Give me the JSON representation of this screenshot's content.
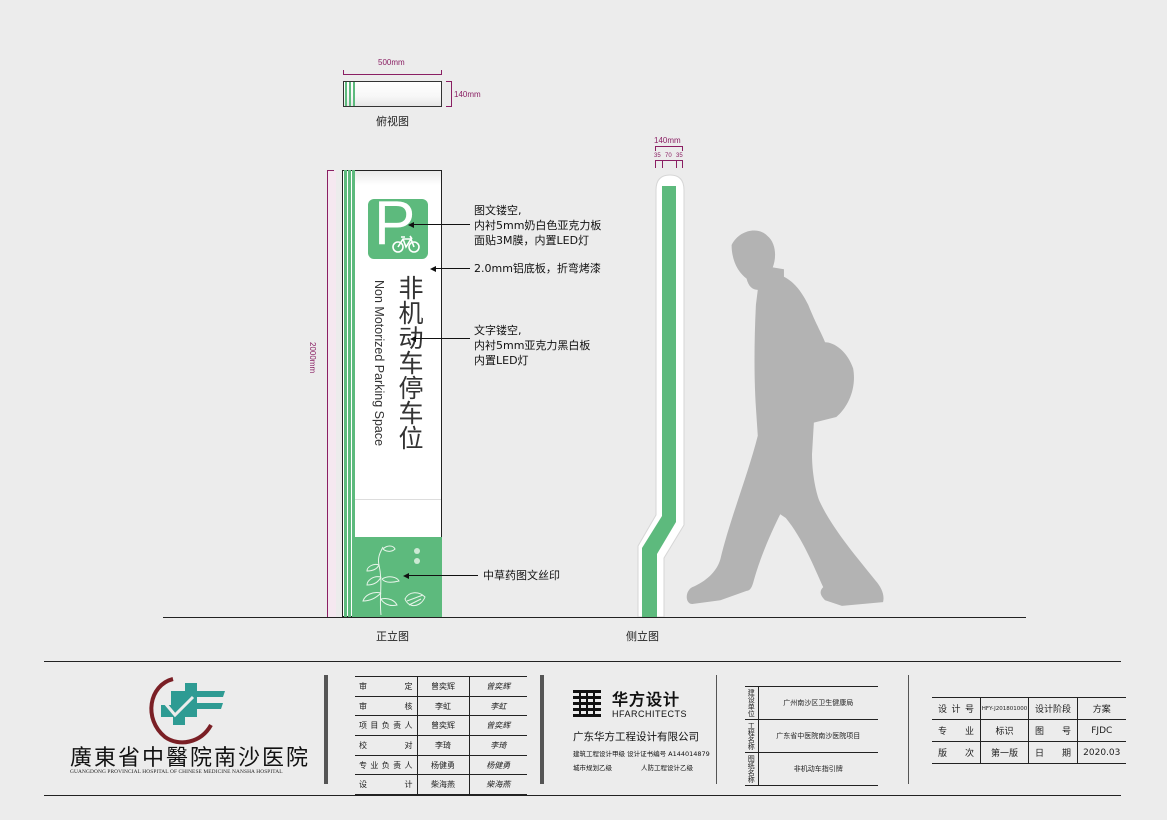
{
  "top_view": {
    "label": "俯视图",
    "width_dim": "500mm",
    "depth_dim": "140mm"
  },
  "front_view": {
    "label": "正立图",
    "height_dim": "2000mm",
    "sign_icon": {
      "letter": "P",
      "icon": "bicycle-icon"
    },
    "title_cn": "非机动车停车位",
    "title_en": "Non Motorized Parking Space"
  },
  "side_view": {
    "label": "侧立图",
    "depth_dim": "140mm",
    "segments": [
      "35",
      "70",
      "35"
    ]
  },
  "callouts": [
    {
      "lines": [
        "图文镂空,",
        "内衬5mm奶白色亚克力板",
        "面贴3M膜，内置LED灯"
      ]
    },
    {
      "lines": [
        "2.0mm铝底板，折弯烤漆"
      ]
    },
    {
      "lines": [
        "文字镂空,",
        "内衬5mm亚克力黑白板",
        "内置LED灯"
      ]
    },
    {
      "lines": [
        "中草药图文丝印"
      ]
    }
  ],
  "title_block": {
    "client_logo": {
      "name_cn": "廣東省中醫院南沙医院",
      "name_en": "GUANGDONG PROVINCIAL HOSPITAL OF CHINESE MEDICINE NANSHA HOSPITAL"
    },
    "signatures": [
      {
        "role": "审　定",
        "name": "曾奕辉",
        "signature": "曾奕辉"
      },
      {
        "role": "审　核",
        "name": "李虹",
        "signature": "李虹"
      },
      {
        "role": "项目负责人",
        "name": "曾奕辉",
        "signature": "曾奕辉"
      },
      {
        "role": "校　对",
        "name": "李琦",
        "signature": "李琦"
      },
      {
        "role": "专业负责人",
        "name": "杨健勇",
        "signature": "杨健勇"
      },
      {
        "role": "设　计",
        "name": "柴海燕",
        "signature": "柴海燕"
      }
    ],
    "designer": {
      "brand_cn": "华方设计",
      "brand_en": "HFARCHITECTS",
      "company": "广东华方工程设计有限公司",
      "cert_line1": "建筑工程设计甲级 设计证书编号 A144014879",
      "cert_line2_left": "城市规划乙级",
      "cert_line2_right": "人防工程设计乙级"
    },
    "project": [
      {
        "label": "建设单位",
        "value": "广州南沙区卫生健康局"
      },
      {
        "label": "工程名称",
        "value": "广东省中医院南沙医院项目"
      },
      {
        "label": "图纸名称",
        "value": "非机动车指引牌"
      }
    ],
    "meta": [
      {
        "label1": "设 计 号",
        "value1": "HFY-J201801000",
        "label2": "设计阶段",
        "value2": "方案"
      },
      {
        "label1": "专　　业",
        "value1": "标识",
        "label2": "图　　号",
        "value2": "FJDC"
      },
      {
        "label1": "版　　次",
        "value1": "第一版",
        "label2": "日　　期",
        "value2": "2020.03"
      }
    ]
  },
  "colors": {
    "sign_green": "#5dba7d",
    "dimension": "#8a1f63",
    "silhouette": "#b3b3b3",
    "logo_teal": "#2e9b93",
    "logo_maroon": "#7a1f25"
  }
}
